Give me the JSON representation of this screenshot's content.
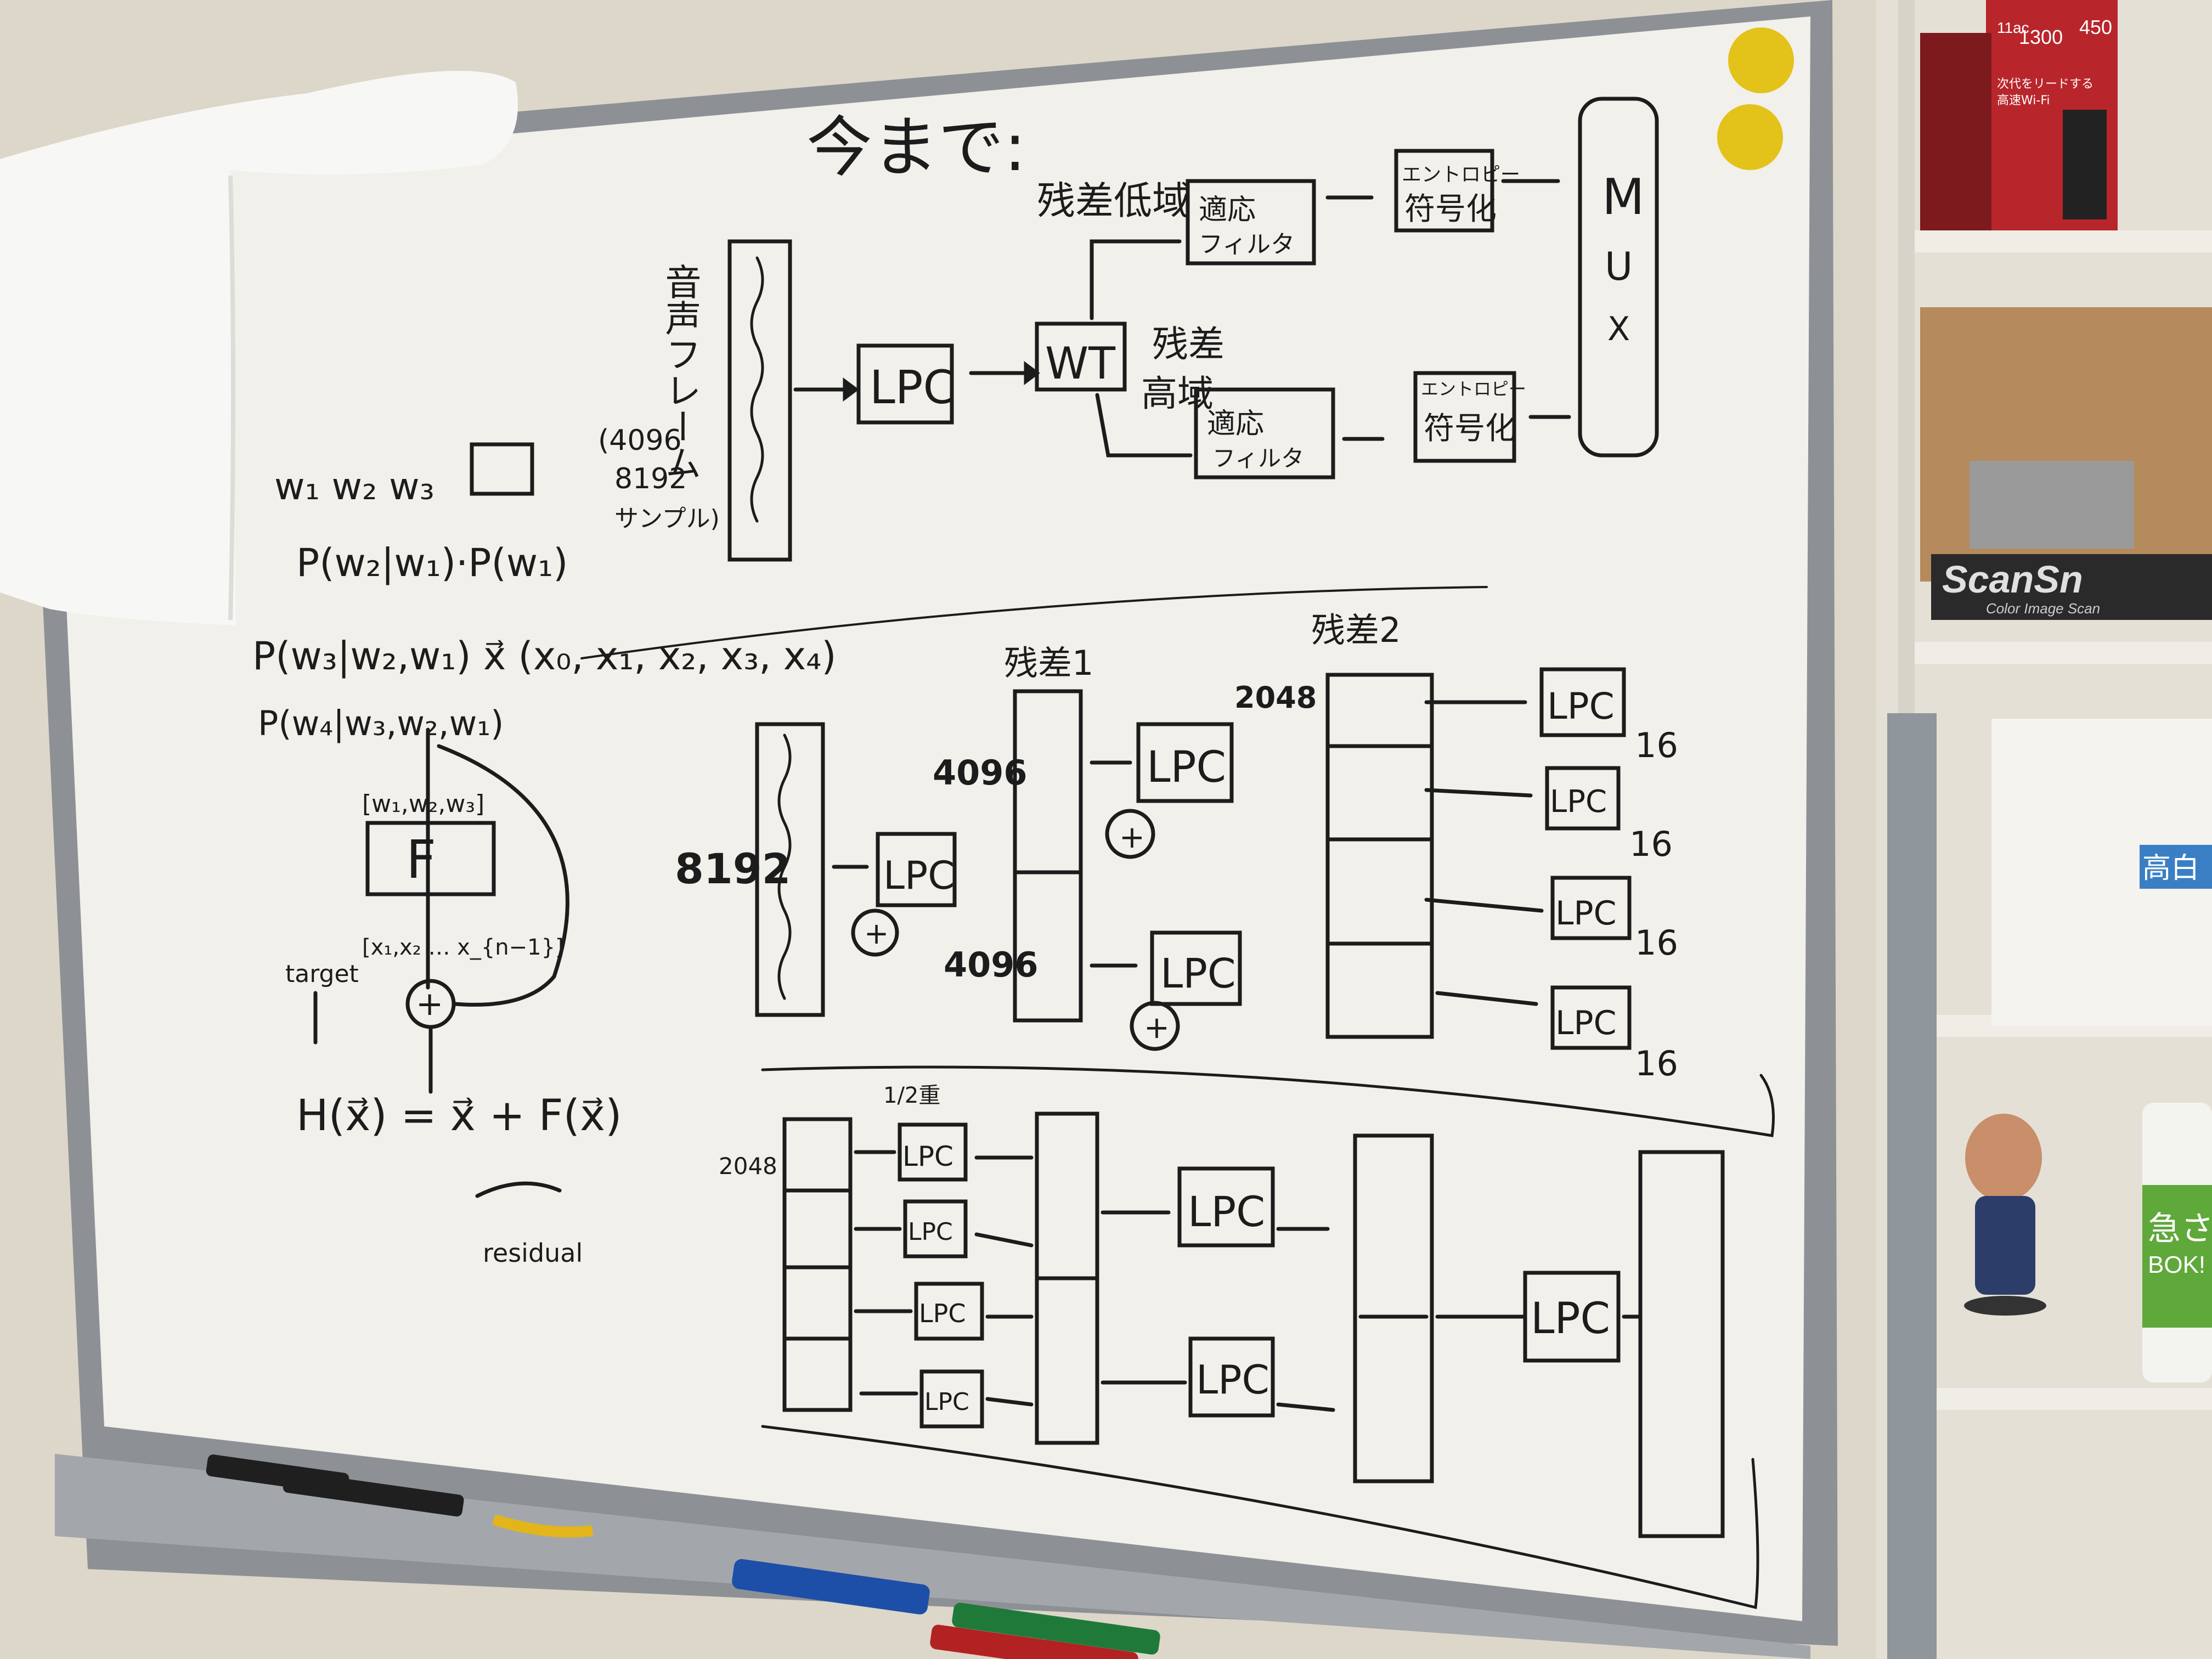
{
  "scene": {
    "description_free": true,
    "colors": {
      "wall": "#ddd7c9",
      "board": "#f2f0ea",
      "board_frame": "#8d9196",
      "ink": "#1c1c1c",
      "magnet": "#e3c21a",
      "shelf": "#e9e6de",
      "box_red": "#b8262b",
      "cardboard": "#b58a5c"
    }
  },
  "whiteboard": {
    "top_section": {
      "heading": "今まで:",
      "input_label_vertical": "音声フレーム",
      "input_sizes": [
        "(4096",
        "8192",
        "サンプル)"
      ],
      "block_lpc": "LPC",
      "block_wt": "WT",
      "upper_branch_label": "残差低域",
      "upper_filter": [
        "適応",
        "フィルタ"
      ],
      "upper_coder": [
        "エントロピー",
        "符号化"
      ],
      "lower_branch_label": [
        "残差",
        "高域"
      ],
      "lower_filter": [
        "適応",
        "フィルタ"
      ],
      "lower_coder": [
        "エントロピー",
        "符号化"
      ],
      "mux": [
        "M",
        "U",
        "X"
      ]
    },
    "left_notes": {
      "line1": "w₁ w₂ w₃",
      "line2": "P(w₂|w₁)·P(w₁)",
      "line3": "P(w₃|w₂,w₁) x⃗ (x₀, x₁, x₂, x₃, x₄)",
      "line4": "P(w₄|w₃,w₂,w₁)",
      "window_label": "[w₁,w₂,w₃]",
      "function": "F",
      "output_label": "[x₁,x₂ … x_{n−1}]",
      "target": "target",
      "plus": "+",
      "equation": "H(x⃗) = x⃗ + F(x⃗)",
      "residual": "residual"
    },
    "middle_section": {
      "input_size": "8192",
      "lpc": "LPC",
      "adder": "+",
      "residual1": "残差1",
      "size_a": "4096",
      "size_b": "4096",
      "residual2": "残差2",
      "size_c": "2048",
      "lpc_outputs": [
        {
          "label": "LPC",
          "count": "16"
        },
        {
          "label": "LPC",
          "count": "16"
        },
        {
          "label": "LPC",
          "count": "16"
        },
        {
          "label": "LPC",
          "count": "16"
        }
      ]
    },
    "bottom_section": {
      "size": "2048",
      "top_note": "1/2重",
      "lpc": "LPC"
    }
  },
  "shelf": {
    "router_box_text": [
      "11ac",
      "1300",
      "450",
      "次代をリードする",
      "高速Wi-Fi"
    ],
    "scanner_brand": "ScanSn",
    "scanner_sub": "Color Image Scan",
    "box_label": "高白",
    "spray_label": [
      "急さ",
      "BOK!"
    ]
  }
}
